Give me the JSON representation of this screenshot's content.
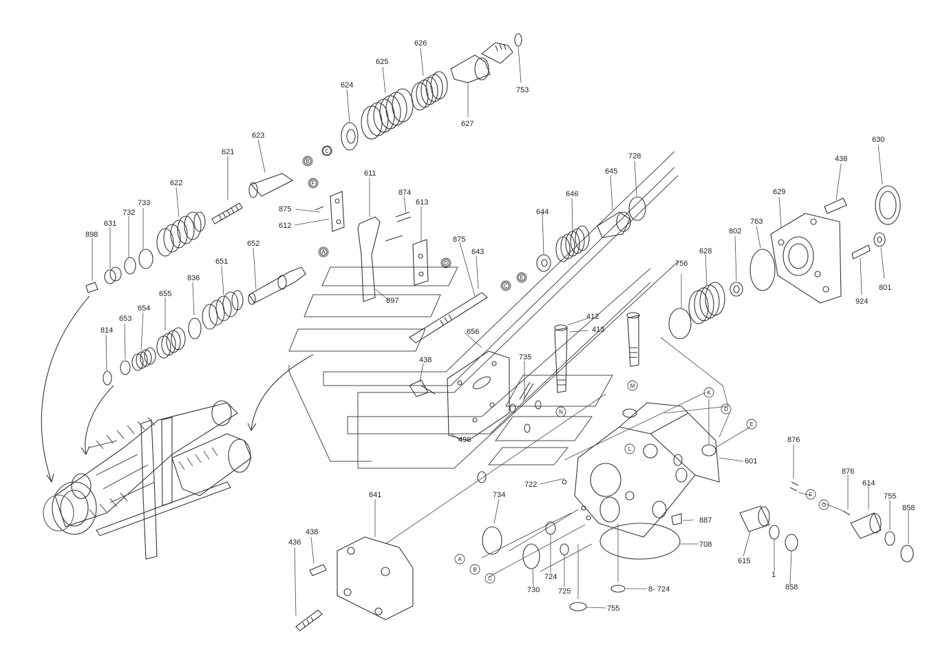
{
  "diagram": {
    "part_numbers": {
      "p625": "625",
      "p626": "626",
      "p753": "753",
      "p624": "624",
      "p627": "627",
      "p623": "623",
      "p621": "621",
      "p622": "622",
      "p611": "611",
      "p874": "874",
      "p613": "613",
      "p875a": "875",
      "p612": "612",
      "p875b": "875",
      "p898": "898",
      "p631": "631",
      "p732": "732",
      "p733": "733",
      "p652": "652",
      "p651": "651",
      "p836": "836",
      "p655": "655",
      "p654": "654",
      "p653": "653",
      "p814": "814",
      "p897": "897",
      "p643": "643",
      "p644": "644",
      "p646": "646",
      "p645": "645",
      "p728": "728",
      "p630": "630",
      "p438a": "438",
      "p629": "629",
      "p802": "802",
      "p763": "763",
      "p801": "801",
      "p924": "924",
      "p756": "756",
      "p628": "628",
      "p412": "412",
      "p413": "413",
      "p656": "656",
      "p438b": "438",
      "p735": "735",
      "p496": "496",
      "p601": "601",
      "p876a": "876",
      "p876b": "876",
      "p614": "614",
      "p755a": "755",
      "p858a": "858",
      "p722": "722",
      "p734": "734",
      "p641": "641",
      "p438c": "438",
      "p436": "436",
      "p730": "730",
      "p724": "724",
      "p725": "725",
      "p887": "887",
      "p708": "708",
      "p615": "615",
      "p1": "1",
      "p858b": "858",
      "p8724": "8- 724",
      "p755b": "755"
    },
    "ref_letters": {
      "B1": "B",
      "C1": "C",
      "F1": "F",
      "A1": "A",
      "D1": "D",
      "E1": "E",
      "C2": "C",
      "M": "M",
      "K": "K",
      "D2": "D",
      "E2": "E",
      "N": "N",
      "L": "L",
      "F2": "F",
      "G": "G",
      "A2": "A",
      "B2": "B",
      "C3": "C"
    },
    "colors": {
      "line": "#333333",
      "hatch": "#555555",
      "background": "#ffffff"
    }
  }
}
